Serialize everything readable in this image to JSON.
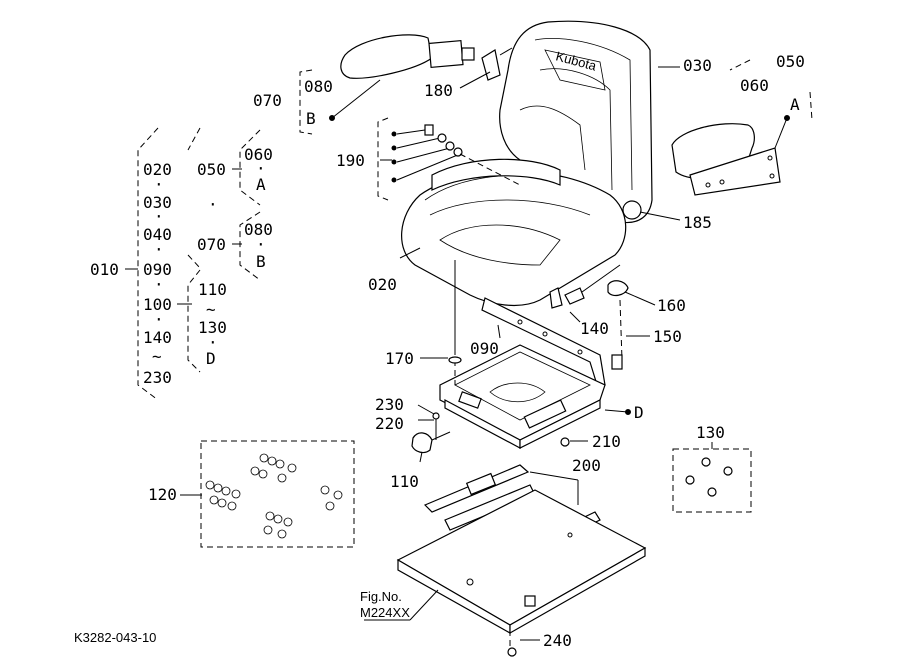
{
  "labels": {
    "p010": "010",
    "p020_list": "020",
    "p030_list": "030",
    "p040_list": "040",
    "p090_list": "090",
    "p100_list": "100",
    "p140_list": "140",
    "p230_list": "230",
    "tilde": "~",
    "dot": "·",
    "p050_list": "050",
    "p060_list": "060",
    "A_list": "A",
    "p070_list": "070",
    "p080_list": "080",
    "B_list": "B",
    "p110_list": "110",
    "p130_list": "130",
    "D_list": "D",
    "p070": "070",
    "p080": "080",
    "B": "B",
    "p180": "180",
    "p030": "030",
    "p050": "050",
    "p060": "060",
    "A": "A",
    "p190": "190",
    "p185": "185",
    "p020": "020",
    "p160": "160",
    "p140": "140",
    "p150": "150",
    "p090": "090",
    "p170": "170",
    "p230": "230",
    "p220": "220",
    "D": "D",
    "p210": "210",
    "p110": "110",
    "p200": "200",
    "p130": "130",
    "p120": "120",
    "p240": "240",
    "fig_no": "Fig.No.",
    "fig_code": "M224XX",
    "ref_code": "K3282-043-10"
  }
}
